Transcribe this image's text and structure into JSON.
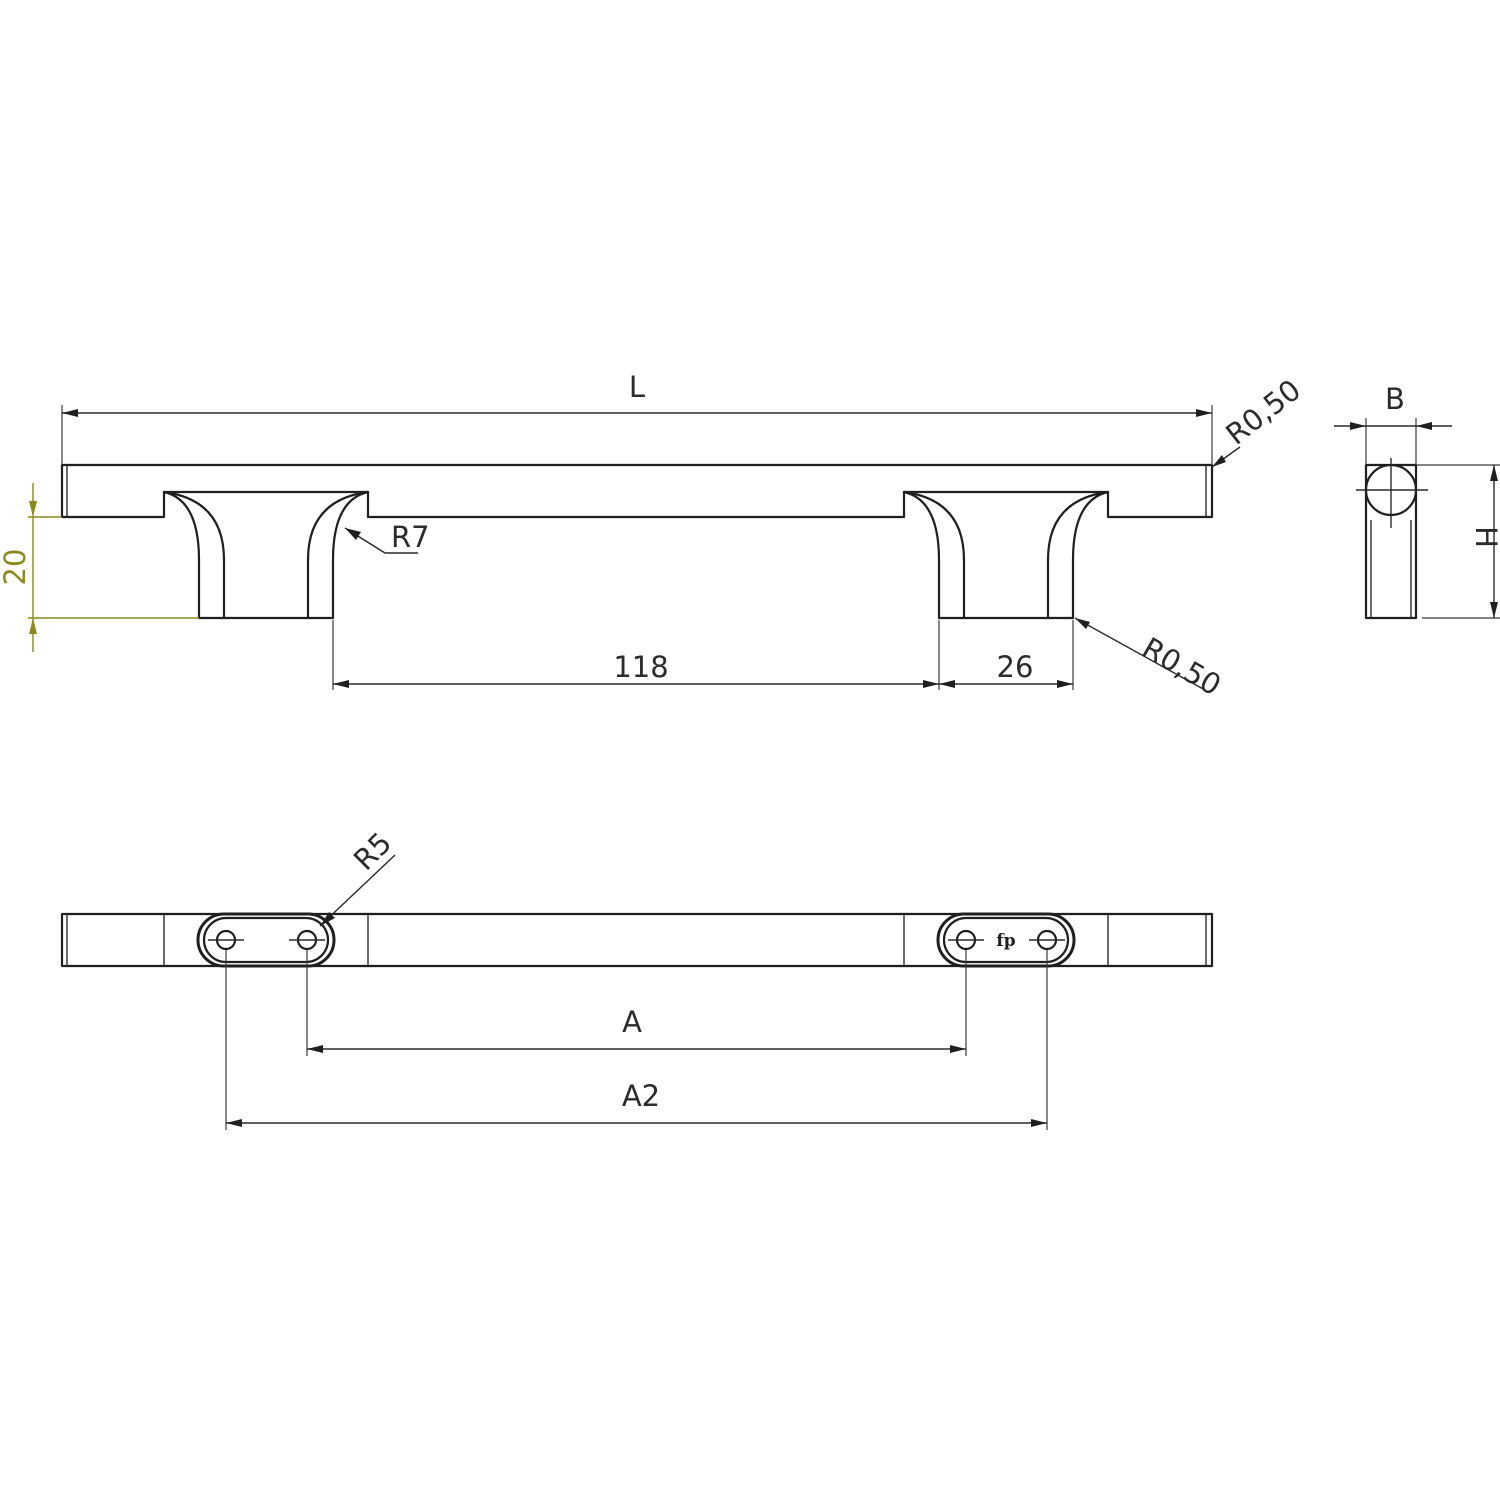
{
  "side_view": {
    "length_label": "L",
    "radius_end_label": "R0,50",
    "fillet_label": "R7",
    "height_label": "20",
    "spacing_label": "118",
    "leg_width_label": "26",
    "radius_foot_label": "R0,50"
  },
  "end_view": {
    "width_label": "B",
    "height_label": "H"
  },
  "top_view": {
    "hole_radius_label": "R5",
    "logo_text": "fp",
    "center_distance_label": "A",
    "outer_distance_label": "A2"
  },
  "colors": {
    "line": "#1f1f1f",
    "dimension_highlight": "#8a8a1e"
  }
}
